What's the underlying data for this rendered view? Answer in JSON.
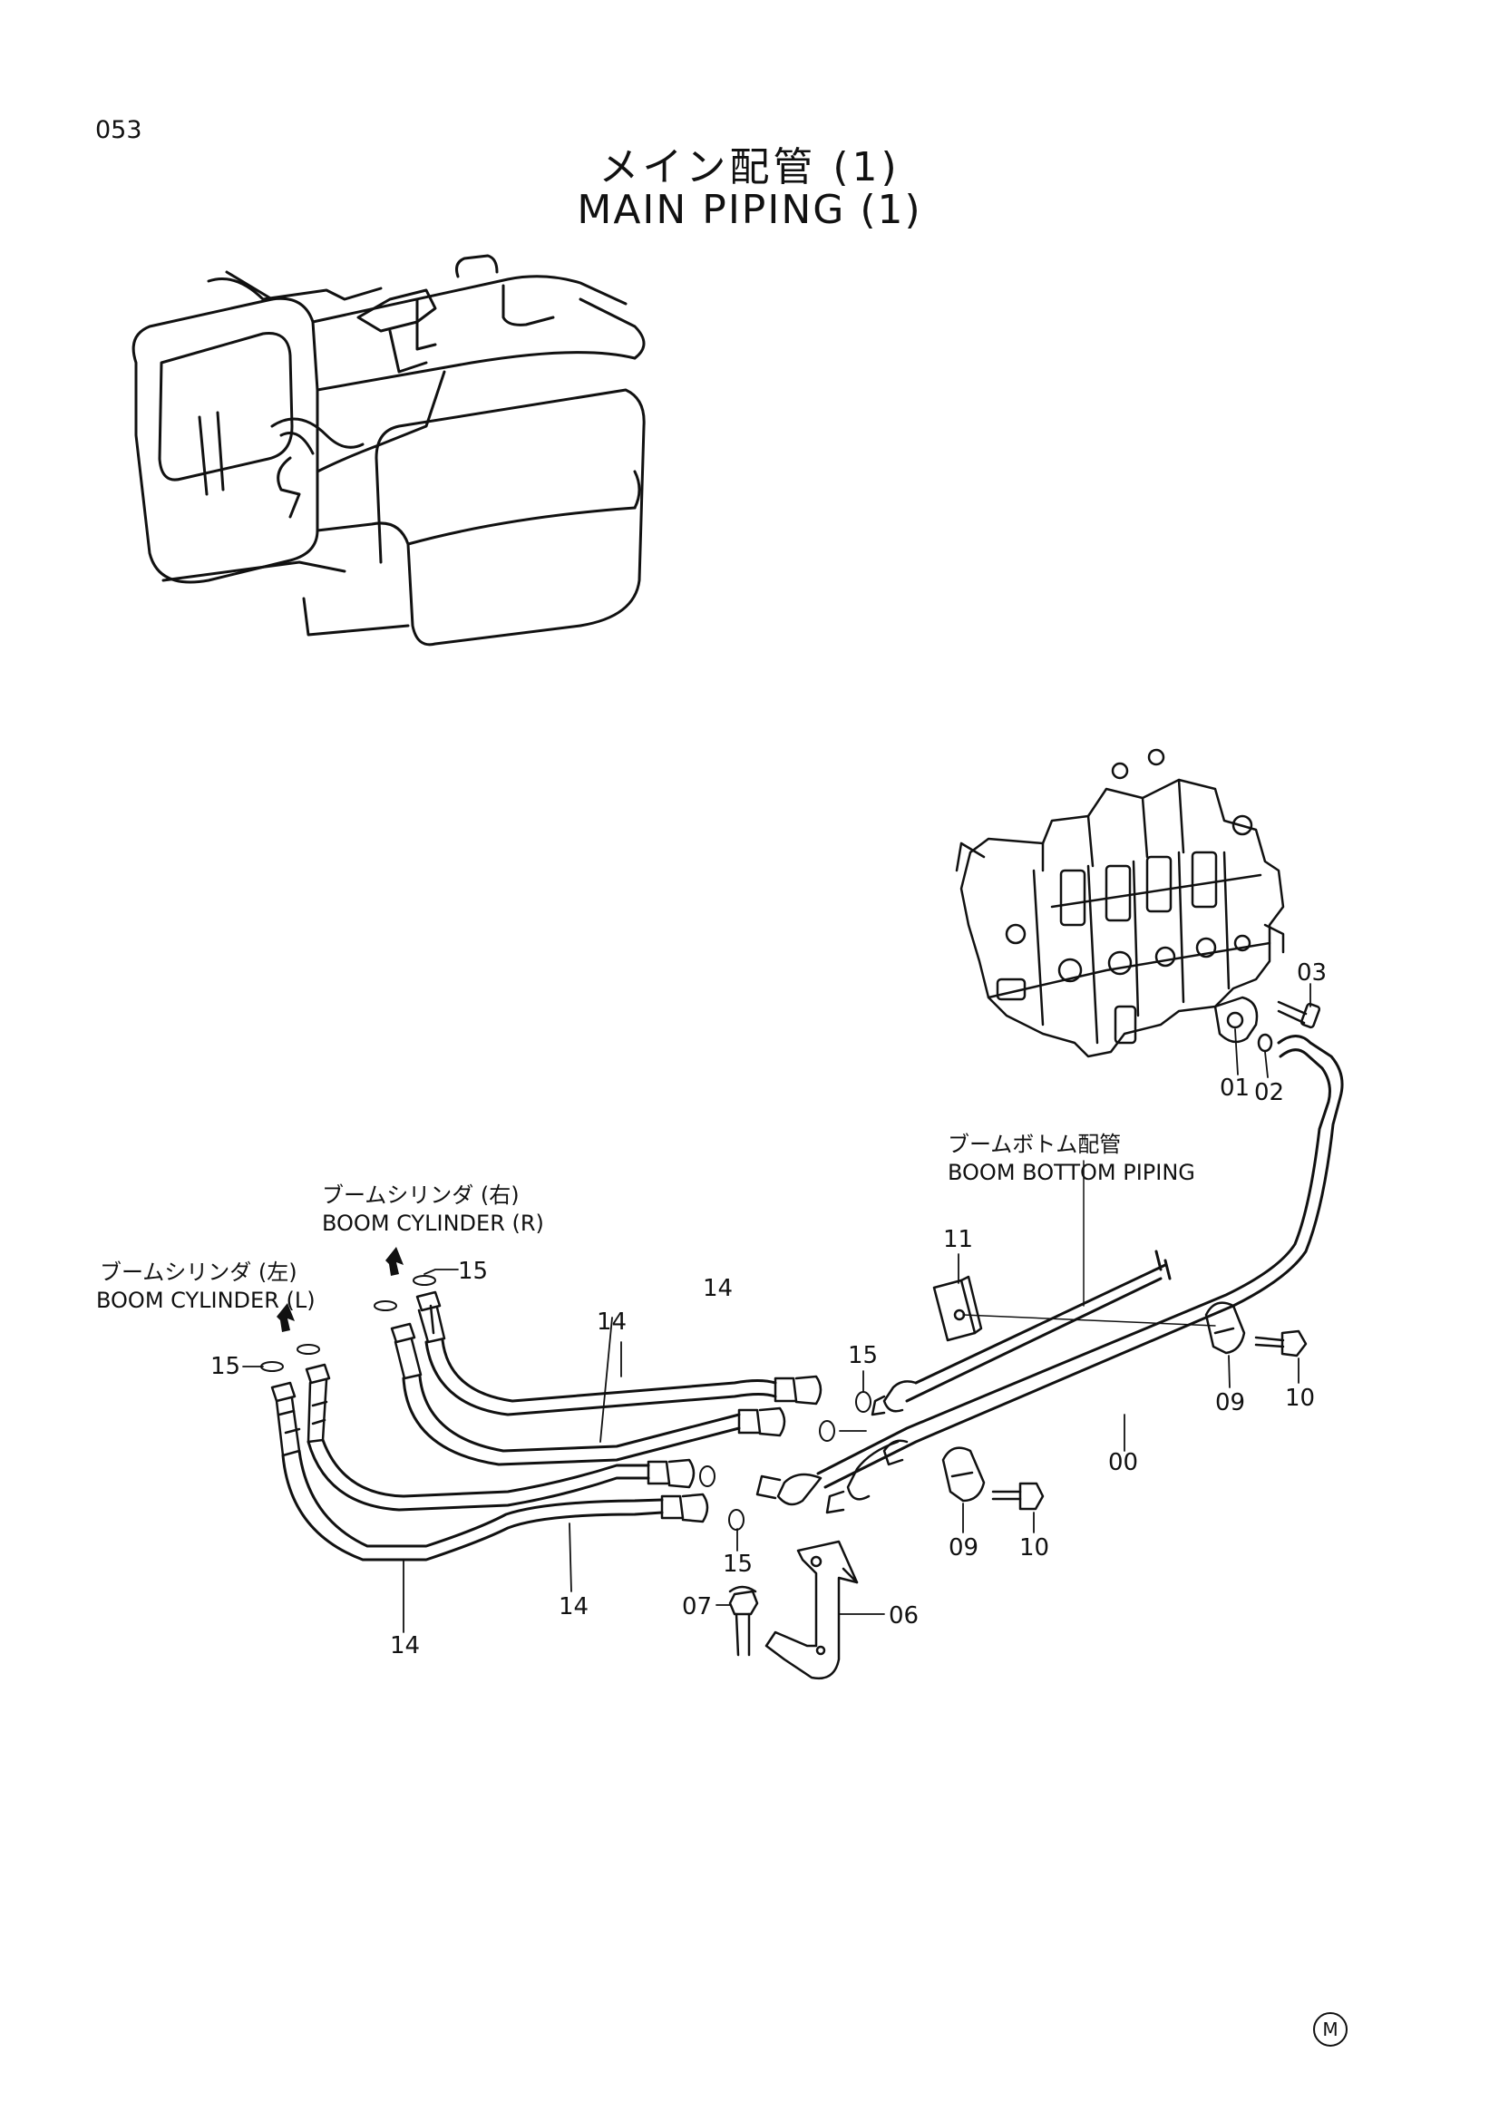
{
  "header": {
    "page_number": "053",
    "title_ja": "メイン配管 (1)",
    "title_en": "MAIN PIPING (1)"
  },
  "labels": {
    "boom_bottom_ja": "ブームボトム配管",
    "boom_bottom_en": "BOOM BOTTOM PIPING",
    "cyl_r_ja": "ブームシリンダ (右)",
    "cyl_r_en": "BOOM CYLINDER (R)",
    "cyl_l_ja": "ブームシリンダ (左)",
    "cyl_l_en": "BOOM CYLINDER (L)"
  },
  "callouts": {
    "c03": "03",
    "c01": "01",
    "c02": "02",
    "c11": "11",
    "c15a": "15",
    "c15b": "15",
    "c15c": "15",
    "c15d": "15",
    "c14a": "14",
    "c14b": "14",
    "c14c": "14",
    "c14d": "14",
    "c09a": "09",
    "c09b": "09",
    "c10a": "10",
    "c10b": "10",
    "c00": "00",
    "c07": "07",
    "c06": "06"
  },
  "footer": {
    "mark": "M"
  }
}
